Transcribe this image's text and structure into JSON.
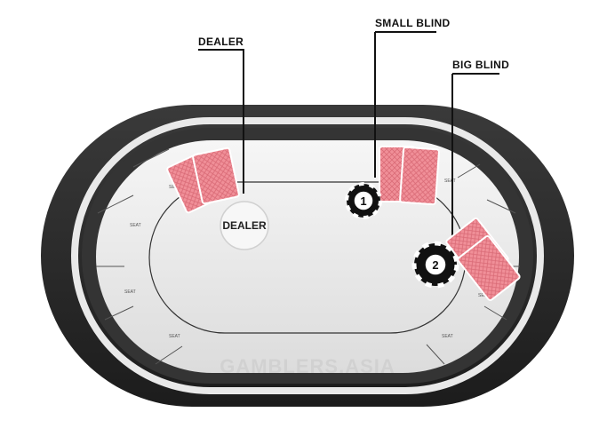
{
  "labels": {
    "dealer": "DEALER",
    "small_blind": "SMALL BLIND",
    "big_blind": "BIG BLIND"
  },
  "dealer_button": {
    "text": "DEALER"
  },
  "chips": [
    {
      "number": "1"
    },
    {
      "number": "2"
    }
  ],
  "watermark": "GAMBLERS.ASIA",
  "colors": {
    "rail": "#2b2b2b",
    "rail_inner": "#e9e9e9",
    "felt_border": "#343434",
    "felt": "#ececec",
    "card_back": "#f08f98",
    "card_pattern": "#d96a76",
    "chip_dark": "#111111",
    "label": "#111111"
  }
}
